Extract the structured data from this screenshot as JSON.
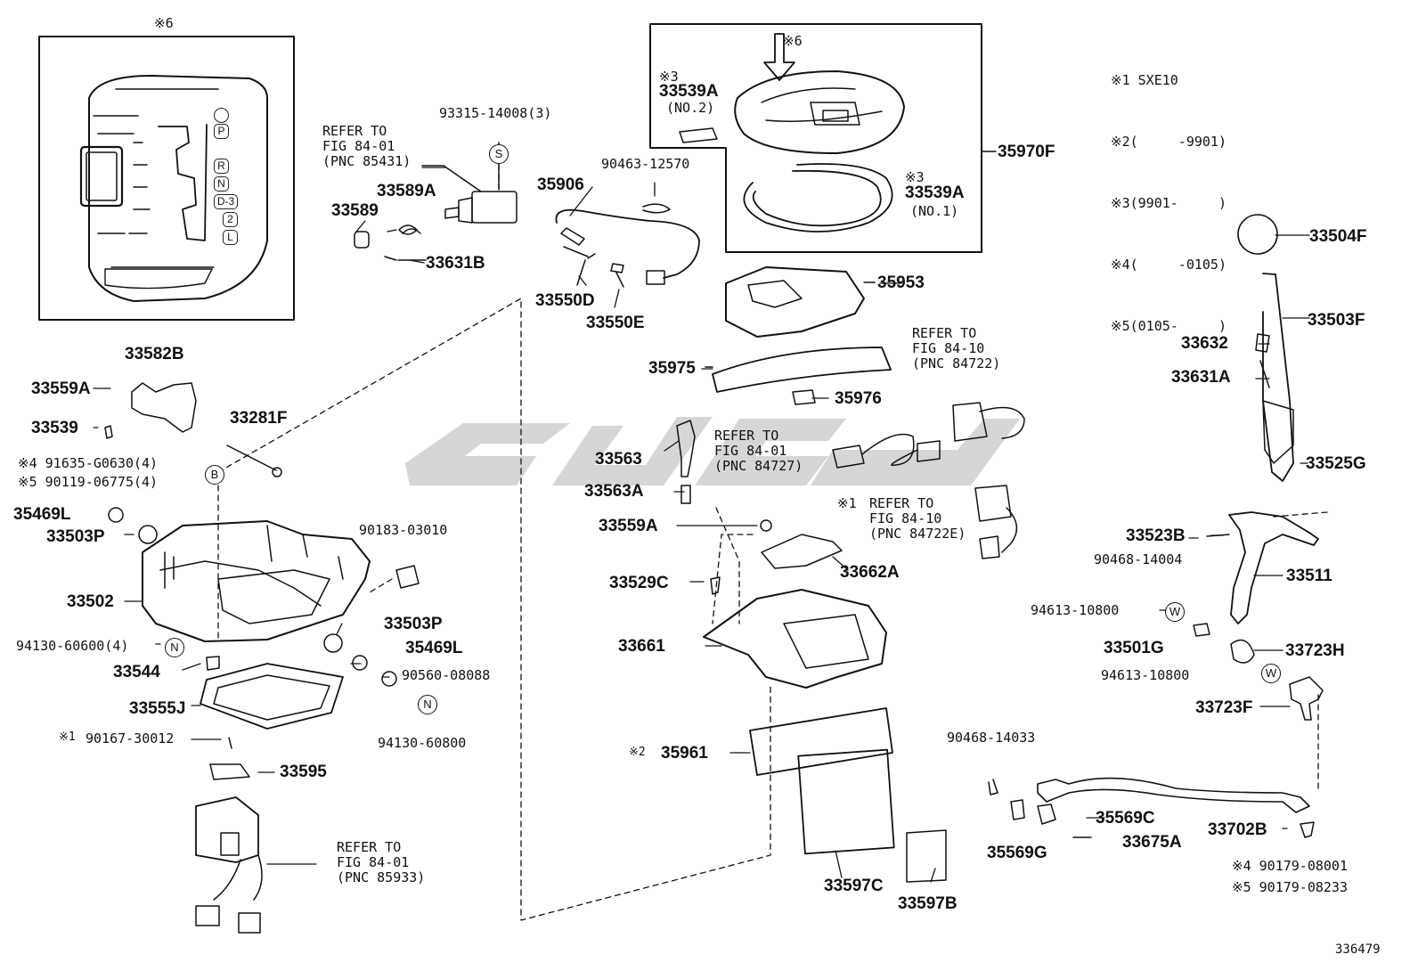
{
  "diagram_id": "336479",
  "notes": [
    {
      "mark": "※1",
      "text": "SXE10"
    },
    {
      "mark": "※2",
      "text": "(     -9901)"
    },
    {
      "mark": "※3",
      "text": "(9901-     )"
    },
    {
      "mark": "※4",
      "text": "(     -0105)"
    },
    {
      "mark": "※5",
      "text": "(0105-     )"
    }
  ],
  "inset_mark": "※6",
  "arrow_mark": "※6",
  "gear_positions": [
    "P",
    "R",
    "N",
    "D-3",
    "2",
    "L"
  ],
  "badges": {
    "s": "S",
    "b": "B",
    "n": "N",
    "w": "W"
  },
  "parts": {
    "p33539A_top_mark": "※3",
    "p33539A_top": "33539A",
    "p33539A_top_sub": "(NO.2)",
    "p33539A_bot_mark": "※3",
    "p33539A_bot": "33539A",
    "p33539A_bot_sub": "(NO.1)",
    "p35970F": "35970F",
    "p93315": "93315-14008(3)",
    "p33589A": "33589A",
    "p33589": "33589",
    "p33631B": "33631B",
    "p35906": "35906",
    "p90463": "90463-12570",
    "p33550D": "33550D",
    "p33550E": "33550E",
    "p35953": "35953",
    "p35975": "35975",
    "p35976": "35976",
    "p33504F": "33504F",
    "p33503F": "33503F",
    "p33632": "33632",
    "p33631A": "33631A",
    "p33582B": "33582B",
    "p33559A_l": "33559A",
    "p33539": "33539",
    "p33281F": "33281F",
    "p91635": "※4 91635-G0630(4)",
    "p90119": "※5 90119-06775(4)",
    "p35469L_l": "35469L",
    "p33503P_l": "33503P",
    "p33502": "33502",
    "p94130_l": "94130-60600(4)",
    "p33544": "33544",
    "p90183": "90183-03010",
    "p33503P_r": "33503P",
    "p35469L_r": "35469L",
    "p90560": "90560-08088",
    "p33555J": "33555J",
    "p94130_r": "94130-60800",
    "p90167_mark": "※1",
    "p90167": "90167-30012",
    "p33595": "33595",
    "p33563": "33563",
    "p33563A": "33563A",
    "p33559A_c": "33559A",
    "p33529C": "33529C",
    "p33662A": "33662A",
    "p33661": "33661",
    "p35961_mark": "※2",
    "p35961": "35961",
    "p33597C": "33597C",
    "p33597B": "33597B",
    "p33525G": "33525G",
    "p33523B": "33523B",
    "p90468_14004": "90468-14004",
    "p33511": "33511",
    "p94613_a": "94613-10800",
    "p33501G": "33501G",
    "p33723H": "33723H",
    "p94613_b": "94613-10800",
    "p33723F": "33723F",
    "p90468_14033": "90468-14033",
    "p35569C": "35569C",
    "p35569G": "35569G",
    "p33675A": "33675A",
    "p33702B": "33702B",
    "p90179_a": "※4 90179-08001",
    "p90179_b": "※5 90179-08233"
  },
  "refs": {
    "r85431": "REFER TO\nFIG 84-01\n(PNC 85431)",
    "r84722": "REFER TO\nFIG 84-10\n(PNC 84722)",
    "r84727": "REFER TO\nFIG 84-01\n(PNC 84727)",
    "r84722E_mark": "※1",
    "r84722E": "REFER TO\nFIG 84-10\n(PNC 84722E)",
    "r85933": "REFER TO\nFIG 84-01\n(PNC 85933)"
  }
}
